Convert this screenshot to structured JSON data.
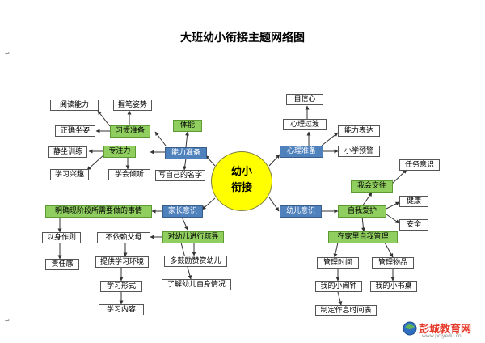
{
  "title": "大班幼小衔接主题网络图",
  "center": {
    "line1": "幼小",
    "line2": "衔接"
  },
  "branches": {
    "ability": {
      "label": "能力准备",
      "sub": {
        "physique": "体能",
        "habits": {
          "label": "习惯准备",
          "items": [
            "阅读能力",
            "握笔姿势",
            "正确坐姿"
          ]
        },
        "focus": {
          "label": "专注力",
          "items": [
            "静坐训练",
            "学习兴趣",
            "学会倾听"
          ]
        },
        "write_name": "写自己的名字"
      }
    },
    "psych": {
      "label": "心理准备",
      "items": [
        "自信心",
        "心理过渡",
        "能力表达",
        "小学预警"
      ]
    },
    "parents": {
      "label": "家长意识",
      "goal": "明确现阶段所需要做的事情",
      "goal_items": [
        "以身作则",
        "责任感"
      ],
      "guide": {
        "label": "对幼儿进行疏导",
        "items": [
          "不依赖父母",
          "多鼓励赞赏幼儿",
          "了解幼儿自身情况",
          "提供学习环境",
          "学习形式",
          "学习内容"
        ]
      }
    },
    "child": {
      "label": "幼儿意识",
      "protect": "自我爱护",
      "social": {
        "label": "我会交往",
        "item": "任务意识"
      },
      "protect_items": [
        "健康",
        "安全"
      ],
      "home": {
        "label": "在家里自我管理",
        "items": [
          "管理时间",
          "管理物品",
          "我的小闹钟",
          "我的小书桌",
          "制定作息时间表"
        ]
      }
    }
  },
  "logo": {
    "text": "彭城教育网",
    "url_text": "www.pcjyedu.cn"
  },
  "colors": {
    "blue_box": "#4f81bd",
    "green_box": "#8fce5f",
    "center": "#ffff00",
    "line": "#4f81bd"
  }
}
